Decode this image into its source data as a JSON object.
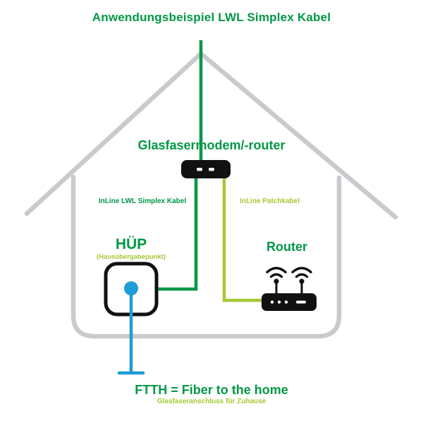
{
  "title": "Anwendungsbeispiel LWL Simplex Kabel",
  "colors": {
    "dark_green": "#009845",
    "yellow_green": "#A6C835",
    "blue": "#1E9CD8",
    "house_gray": "#C9CACE",
    "device_black": "#111111"
  },
  "modem": {
    "label": "Glasfasermodem/-router"
  },
  "cables": {
    "simplex_label": "InLine LWL Simplex Kabel",
    "patch_label": "InLine Patchkabel"
  },
  "huep": {
    "label": "HÜP",
    "sublabel": "(Hausübergabepunkt)"
  },
  "router": {
    "label": "Router"
  },
  "ftth": {
    "label": "FTTH = Fiber to the home",
    "sublabel": "Glasfaseranschluss für Zuhause"
  }
}
